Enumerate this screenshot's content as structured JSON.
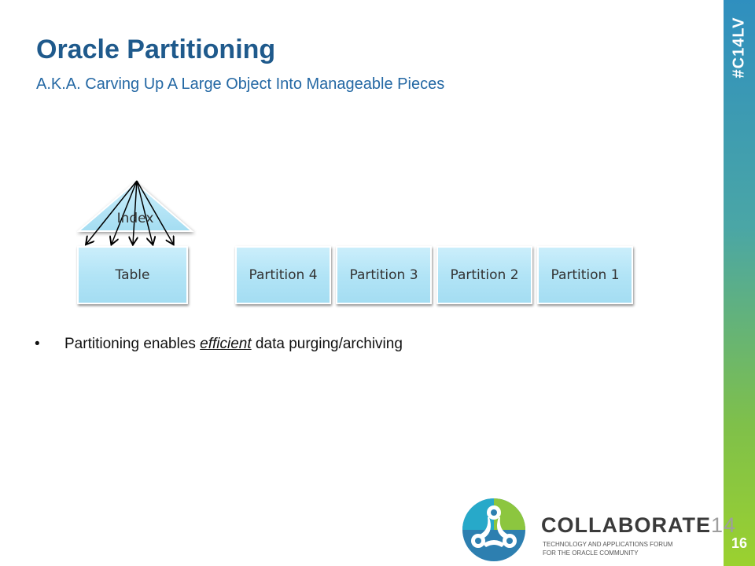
{
  "slide": {
    "title": "Oracle Partitioning",
    "subtitle": "A.K.A. Carving Up A Large Object Into Manageable Pieces",
    "hashtag": "#C14LV",
    "page_number": "16"
  },
  "diagram": {
    "index_label": "Index",
    "table_label": "Table",
    "partitions": [
      "Partition 4",
      "Partition 3",
      "Partition 2",
      "Partition 1"
    ]
  },
  "bullet": {
    "before": "Partitioning enables ",
    "emphasis": "efficient",
    "after": " data purging/archiving"
  },
  "logo": {
    "name": "COLLABORATE",
    "number": "14",
    "tagline_line1": "TECHNOLOGY AND APPLICATIONS FORUM",
    "tagline_line2": "FOR THE ORACLE COMMUNITY"
  },
  "colors": {
    "title": "#1f5a8c",
    "subtitle": "#2468a4",
    "box_fill": "#b2e4f6",
    "sidebar_top": "#2f8fbf",
    "sidebar_bottom": "#9bd12f"
  }
}
